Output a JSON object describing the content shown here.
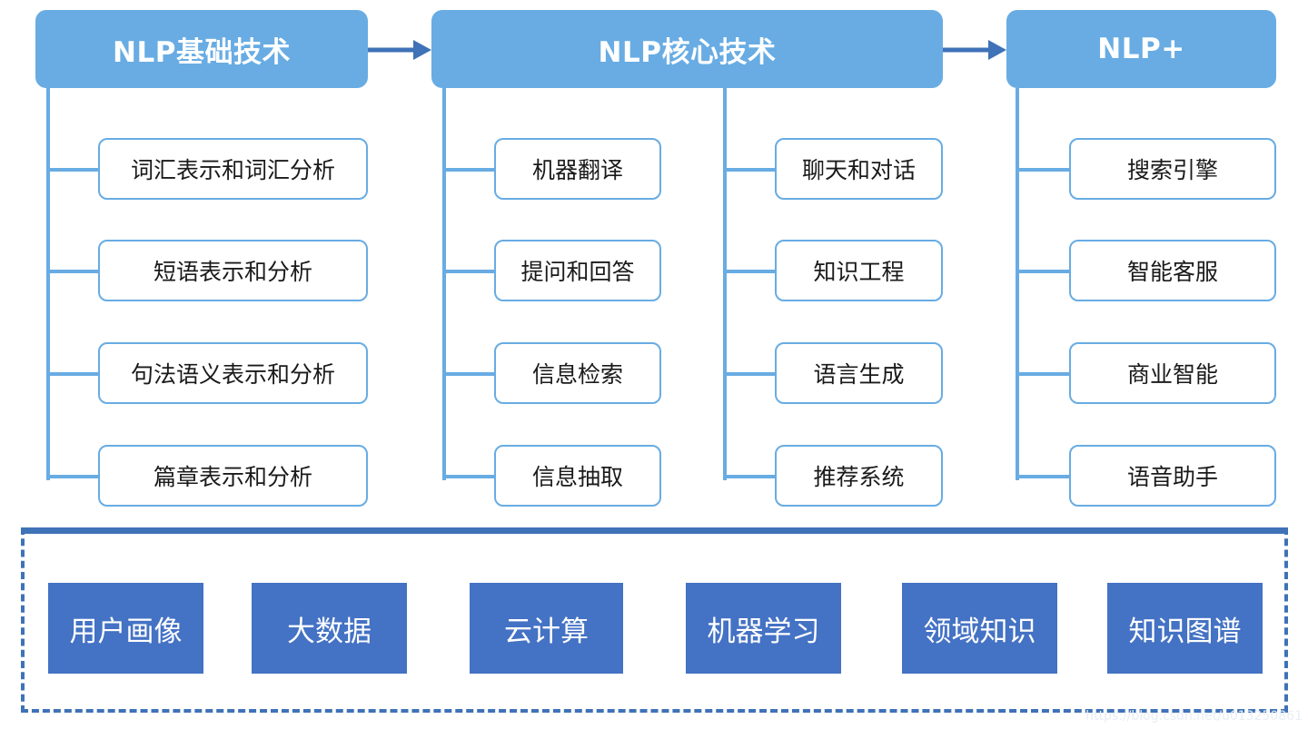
{
  "columns": [
    {
      "title": "NLP基础技术",
      "items": [
        "词汇表示和词汇分析",
        "短语表示和分析",
        "句法语义表示和分析",
        "篇章表示和分析"
      ]
    },
    {
      "title": "NLP核心技术",
      "items_left": [
        "机器翻译",
        "提问和回答",
        "信息检索",
        "信息抽取"
      ],
      "items_right": [
        "聊天和对话",
        "知识工程",
        "语言生成",
        "推荐系统"
      ]
    },
    {
      "title": "NLP+",
      "items": [
        "搜索引擎",
        "智能客服",
        "商业智能",
        "语音助手"
      ]
    }
  ],
  "foundation": [
    "用户画像",
    "大数据",
    "云计算",
    "机器学习",
    "领域知识",
    "知识图谱"
  ],
  "watermark": "https://blog.csdn.net/u013250861",
  "colors": {
    "header": "#68ace3",
    "connector": "#68ace3",
    "arrow": "#3f72b7",
    "foundation_box": "#4472c4",
    "frame": "#3f72b7"
  }
}
